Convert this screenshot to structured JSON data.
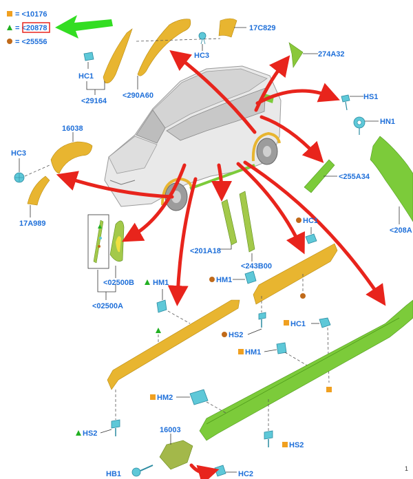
{
  "legend": [
    {
      "symbol": "square",
      "color": "#f0a020",
      "text": "= <10176"
    },
    {
      "symbol": "triangle",
      "color": "#22b022",
      "text": "= <20878",
      "highlighted": true
    },
    {
      "symbol": "circle",
      "color": "#c06a1a",
      "text": "= <25556"
    }
  ],
  "colors": {
    "yellow_part": "#e8b530",
    "green_part": "#7ccb3a",
    "clip": "#5ec8d8",
    "arrow": "#e8241c",
    "label": "#1e6fd9",
    "pointer": "#33dd22"
  },
  "labels": {
    "l_17c829": "17C829",
    "l_hc3_top": "HC3",
    "l_274a32": "274A32",
    "l_hc1_top": "HC1",
    "l_29164": "<29164",
    "l_290a60": "<290A60",
    "l_hs1": "HS1",
    "l_hn1": "HN1",
    "l_16038": "16038",
    "l_hc3_left": "HC3",
    "l_17a989": "17A989",
    "l_255a34": "<255A34",
    "l_208a": "<208A",
    "l_hc1_mid": "HC1",
    "l_201a18": "<201A18",
    "l_243b00": "<243B00",
    "l_02500b": "<02500B",
    "l_02500a": "<02500A",
    "l_hm1_left": "HM1",
    "l_hm1_mid": "HM1",
    "l_hs2_mid": "HS2",
    "l_hc1_right": "HC1",
    "l_hm1_low": "HM1",
    "l_hm2": "HM2",
    "l_16003": "16003",
    "l_hs2_left": "HS2",
    "l_hs2_right": "HS2",
    "l_hb1": "HB1",
    "l_hc2": "HC2",
    "page_num": "1"
  }
}
